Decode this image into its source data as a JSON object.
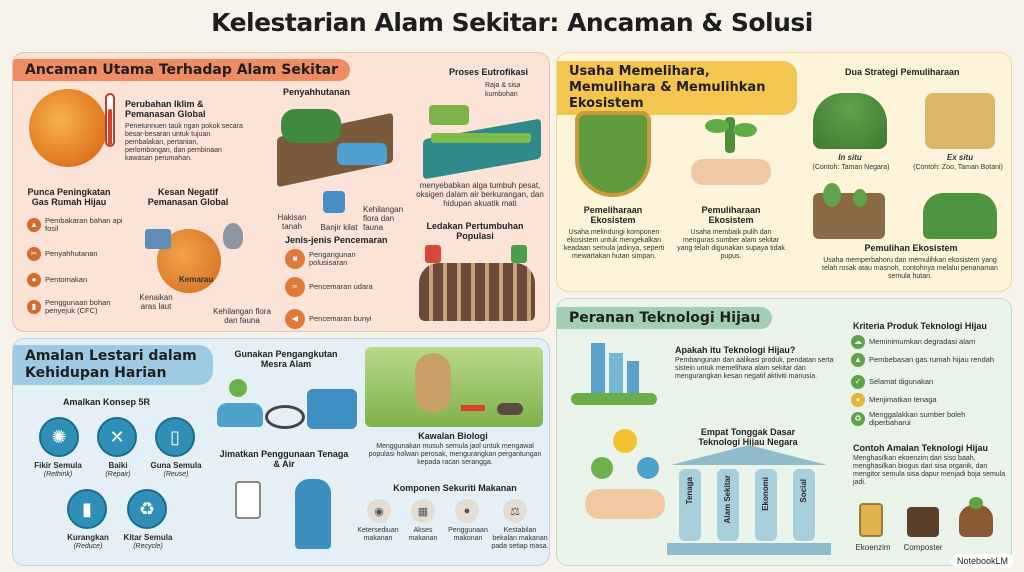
{
  "title": "Kelestarian Alam Sekitar: Ancaman & Solusi",
  "threats": {
    "banner": "Ancaman Utama Terhadap Alam Sekitar",
    "climate_title": "Perubahan Iklim & Pemanasan Global",
    "climate_text": "Penetunnuen tauk ngan pokok secara besar-besaran untuk tujuan pembalakan, pertanian, perlombongan, dan pembinaan kawasan perumahan.",
    "deforest_title": "Penyahhutanan",
    "deforest_labels": [
      "Hakisan tanah",
      "Banjir kilat",
      "Kehilangan flora dan fauna"
    ],
    "eutro_title": "Proses Eutrofikasi",
    "eutro_label": "Raja & sisa kumbohan",
    "eutro_text": "menyebabkan alga tumbuh pesat, oksigen dalam air berkurangan, dan hidupan akuatik mati",
    "causes_title": "Punca Peningkatan Gas Rumah Hijau",
    "causes": [
      "Pembakaran bahan api fosil",
      "Penyahhutanan",
      "Pentomakan",
      "Penggunaan bohan penyejuk (CFC)"
    ],
    "effects_title": "Kesan Negatif Pemanasan Global",
    "effects_labels": [
      "Kemarau",
      "Kenaikan aras laut",
      "Kehilangan flora dan fauna"
    ],
    "pollution_title": "Jenis-jenis Pencemaran",
    "pollution": [
      "Pengangunan polusisaran",
      "Pencemaran udara",
      "Pencemaran bunyi"
    ],
    "population_title": "Ledakan Pertumbuhan Populasi"
  },
  "conserve": {
    "banner": "Usaha Memelihara, Memulihara & Memulihkan Ekosistem",
    "item1_title": "Pemeliharaan Ekosistem",
    "item1_text": "Usaha melindungi komponen ekosistem untuk mengekalkan keadaan semula jadinya, seperti mewartakan hutan simpan.",
    "item2_title": "Pemuliharaan Ekosistem",
    "item2_text": "Usaha membaik pulih dan menguras sumber alam sekitar yang telah digunakan supaya tidak pupus.",
    "strategy_title": "Dua Strategi Pemuliharaan",
    "insitu": "In situ",
    "insitu_ex": "(Contoh: Taman Negara)",
    "exsitu": "Ex situ",
    "exsitu_ex": "(Contoh: Zoo, Taman Botani)",
    "item3_title": "Pemulihan Ekosistem",
    "item3_text": "Usaha memperbahoru dan memulihkan ekosistem yang telah rosak atau masnoh, contohnya melalui penanaman semula hutan."
  },
  "daily": {
    "banner": "Amalan Lestari dalam Kehidupan Harian",
    "concept_title": "Amalkan Konsep 5R",
    "r": [
      {
        "label": "Fikir Semula",
        "sub": "(Rethink)"
      },
      {
        "label": "Baiki",
        "sub": "(Repair)"
      },
      {
        "label": "Guna Semula",
        "sub": "(Reuse)"
      },
      {
        "label": "Kurangkan",
        "sub": "(Reduce)"
      },
      {
        "label": "Kitar Semula",
        "sub": "(Recycle)"
      }
    ],
    "transport_title": "Gunakan Pengangkutan Mesra Alam",
    "save_title": "Jimatkan Penggunaan Tenaga & Air",
    "bio_title": "Kawalan Biologi",
    "bio_text": "Menggunakan musuh semula jaol untuk mengawal populasi holwan perosak, mengurangkan pergantungan kepada racan serangga.",
    "food_title": "Komponen Sekuriti Makanan",
    "food": [
      "Ketersediuan makanan",
      "Akses makanan",
      "Penggunaan makonan",
      "Kestabilan bekalan makanan pada setiap masa."
    ]
  },
  "green": {
    "banner": "Peranan Teknologi Hijau",
    "what_title": "Apakah itu Teknologi Hijau?",
    "what_text": "Pembangunan dan aalikasi produk, pendatan serta sistein untuk memelihara alam sekitar dan mengurangkan kesan negatif aktiviti manusia.",
    "pillars_title": "Empat Tonggak Dasar Teknologi Hijau Negara",
    "pillars": [
      "Tenaga",
      "Alam Sekitar",
      "Ekonomi",
      "Social"
    ],
    "criteria_title": "Kriteria Produk Teknologi Hijau",
    "criteria": [
      "Meminimumkan degradasi alam",
      "Pembebasan gas rumah hijau rendah",
      "Selamat digunakan",
      "Menjimatkan tenaga",
      "Menggalakkan sumber boleh diperbaharui"
    ],
    "example_title": "Contoh Amalan Teknologi Hijau",
    "example_text": "Menghasilkan ekoenzim dari siso baah, menghasilkan biogus dari sisa organik, dan mengitor semula sisa dapur menjadi boja semula jadi.",
    "example_labels": [
      "Ekoenzim",
      "Composter"
    ]
  },
  "logo": "NotebookLM"
}
